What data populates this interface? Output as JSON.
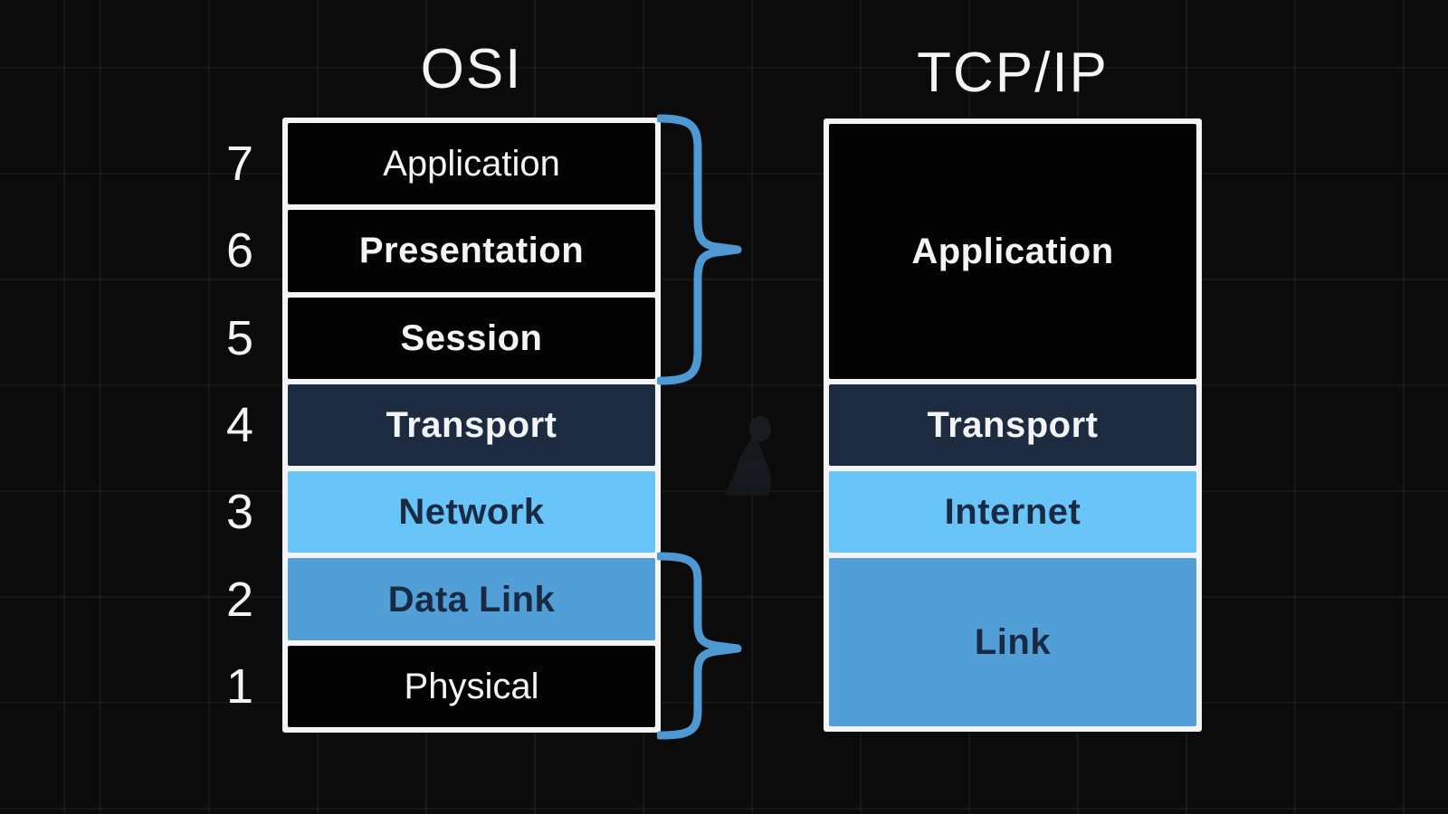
{
  "colors": {
    "background": "#0b0b0b",
    "grid_line": "#1e1e1e",
    "box_black": "#030303",
    "box_navy": "#1d2b40",
    "box_sky_blue": "#69c4f7",
    "box_mid_blue": "#519fd6",
    "border_white": "#f4f4f6",
    "text_light": "#f4f4f6",
    "text_dark": "#192a45",
    "brace_blue": "#4f99d3"
  },
  "osi": {
    "title": "OSI",
    "layers": [
      {
        "number": "7",
        "label": "Application"
      },
      {
        "number": "6",
        "label": "Presentation"
      },
      {
        "number": "5",
        "label": "Session"
      },
      {
        "number": "4",
        "label": "Transport"
      },
      {
        "number": "3",
        "label": "Network"
      },
      {
        "number": "2",
        "label": "Data Link"
      },
      {
        "number": "1",
        "label": "Physical"
      }
    ]
  },
  "tcpip": {
    "title": "TCP/IP",
    "layers": [
      {
        "label": "Application"
      },
      {
        "label": "Transport"
      },
      {
        "label": "Internet"
      },
      {
        "label": "Link"
      }
    ]
  }
}
